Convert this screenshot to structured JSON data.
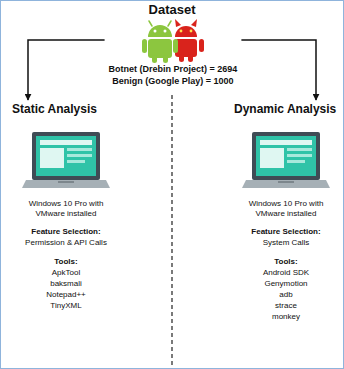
{
  "diagram": {
    "title": "Dataset",
    "nodes": [
      {
        "text": [
          "Botnet (Drebin Project) = 2694",
          "Benign (Google Play) = 1000"
        ]
      },
      {
        "text": [
          "Static Analysis",
          "Windows 10 Pro with VMware installed",
          "Feature Selection:",
          "Permission & API Calls",
          "Tools:",
          "ApkTool",
          "baksmali",
          "Notepad++",
          "TinyXML"
        ]
      },
      {
        "text": [
          "Dynamic Analysis",
          "Windows 10 Pro with VMware installed",
          "Feature Selection:",
          "System Calls",
          "Tools:",
          "Android SDK",
          "Genymotion",
          "adb",
          "strace",
          "monkey"
        ]
      }
    ],
    "edges": [
      {
        "from": 0,
        "to": 1,
        "arrow": "to"
      },
      {
        "from": 0,
        "to": 2,
        "arrow": "to"
      }
    ]
  }
}
